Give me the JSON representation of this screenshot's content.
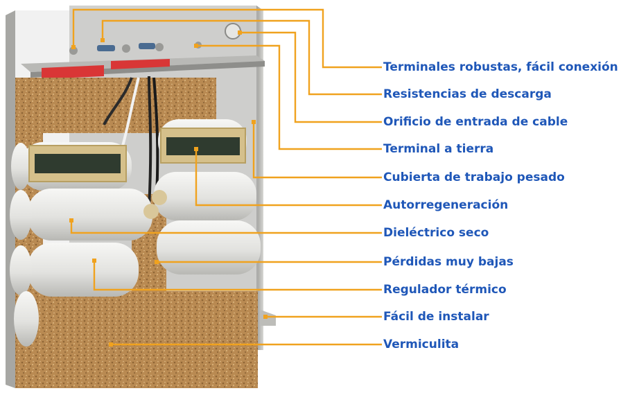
{
  "labels": [
    "Terminales robustas, fácil conexión",
    "Resistencias de descarga",
    "Orificio de entrada de cable",
    "Terminal a tierra",
    "Cubierta de trabajo pesado",
    "Autorregeneración",
    "Dieléctrico seco",
    "Pérdidas muy bajas",
    "Regulador térmico",
    "Fácil de instalar",
    "Vermiculita"
  ],
  "colors": {
    "label_text": "#1f57b8",
    "leader_line": "#f0a21e",
    "housing": "#cfcfcc",
    "vermiculite": "#b98a52",
    "capacitor": "#ececea",
    "terminal_board": "#d93636"
  }
}
